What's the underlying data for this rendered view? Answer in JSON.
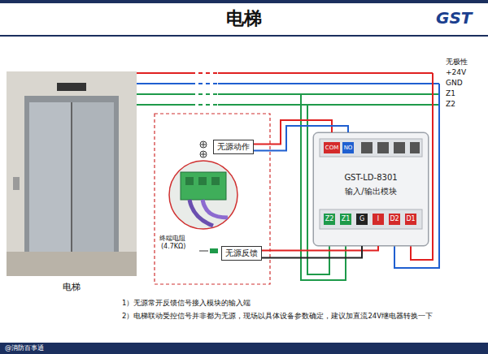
{
  "diagram": {
    "title": "电梯",
    "nodes": [
      {
        "text": [
          "电梯"
        ]
      },
      {
        "text": [
          "无源动作"
        ]
      },
      {
        "text": [
          "无源反馈"
        ]
      },
      {
        "text": [
          "GST-LD-8301",
          "输入/输出模块"
        ]
      }
    ],
    "edges": [
      {
        "from": 1,
        "to": 3,
        "arrow": "none"
      },
      {
        "from": 1,
        "to": 3,
        "arrow": "none"
      },
      {
        "from": 2,
        "to": 3,
        "arrow": "none"
      },
      {
        "from": 2,
        "to": 3,
        "arrow": "none"
      }
    ],
    "labels": [
      "无极性",
      "+24V",
      "GND",
      "Z1",
      "Z2",
      "COM",
      "NO",
      "Z2",
      "Z1",
      "G",
      "I",
      "D2",
      "D1",
      "终端电阻",
      "(4.7KΩ)",
      "1）无源常开反馈信号接入模块的输入端",
      "2）电梯联动受控信号并非都为无源，现场以具体设备参数确定，建议加直流24V继电器转换一下",
      "GST",
      "@消防百事通"
    ]
  }
}
